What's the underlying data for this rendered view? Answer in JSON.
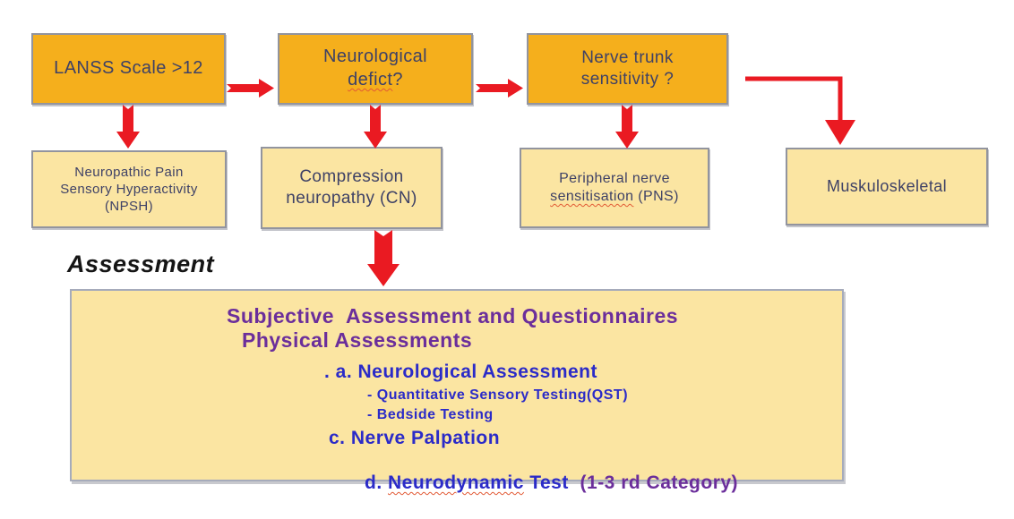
{
  "flowchart": {
    "row1": [
      {
        "label": "LANSS Scale >12"
      },
      {
        "line1": "Neurological",
        "misspelled": "defict",
        "punct": "?"
      },
      {
        "line1": "Nerve trunk",
        "line2": "sensitivity ?"
      }
    ],
    "row2": [
      {
        "line1": "Neuropathic Pain",
        "line2": "Sensory Hyperactivity",
        "line3": "(NPSH)"
      },
      {
        "line1": "Compression",
        "line2": "neuropathy (CN)"
      },
      {
        "line1": "Peripheral nerve",
        "misspelled": "sensitisation",
        "rest": " (PNS)"
      },
      {
        "label": "Muskuloskeletal"
      }
    ],
    "heading": "Assessment",
    "panel": {
      "lines": [
        {
          "text": "Subjective  Assessment and Questionnaires"
        },
        {
          "text": "Physical Assessments"
        },
        {
          "text": ". a. Neurological Assessment"
        },
        {
          "text": "- Quantitative Sensory Testing(QST)"
        },
        {
          "text": "- Bedside Testing"
        },
        {
          "text": "c. Nerve Palpation"
        },
        {
          "pre": "d. ",
          "misspelled": "Neurodynamic",
          "post": " Test  ",
          "suffix": "(1-3 rd Category)"
        }
      ]
    },
    "colors": {
      "box_orange": "#F5AF1C",
      "box_cream": "#FBE5A2",
      "arrow_red": "#EA1A22",
      "box_text_navy": "#3E4166",
      "panel_purple": "#6B2E9B",
      "panel_blue": "#2B2BC8"
    }
  }
}
